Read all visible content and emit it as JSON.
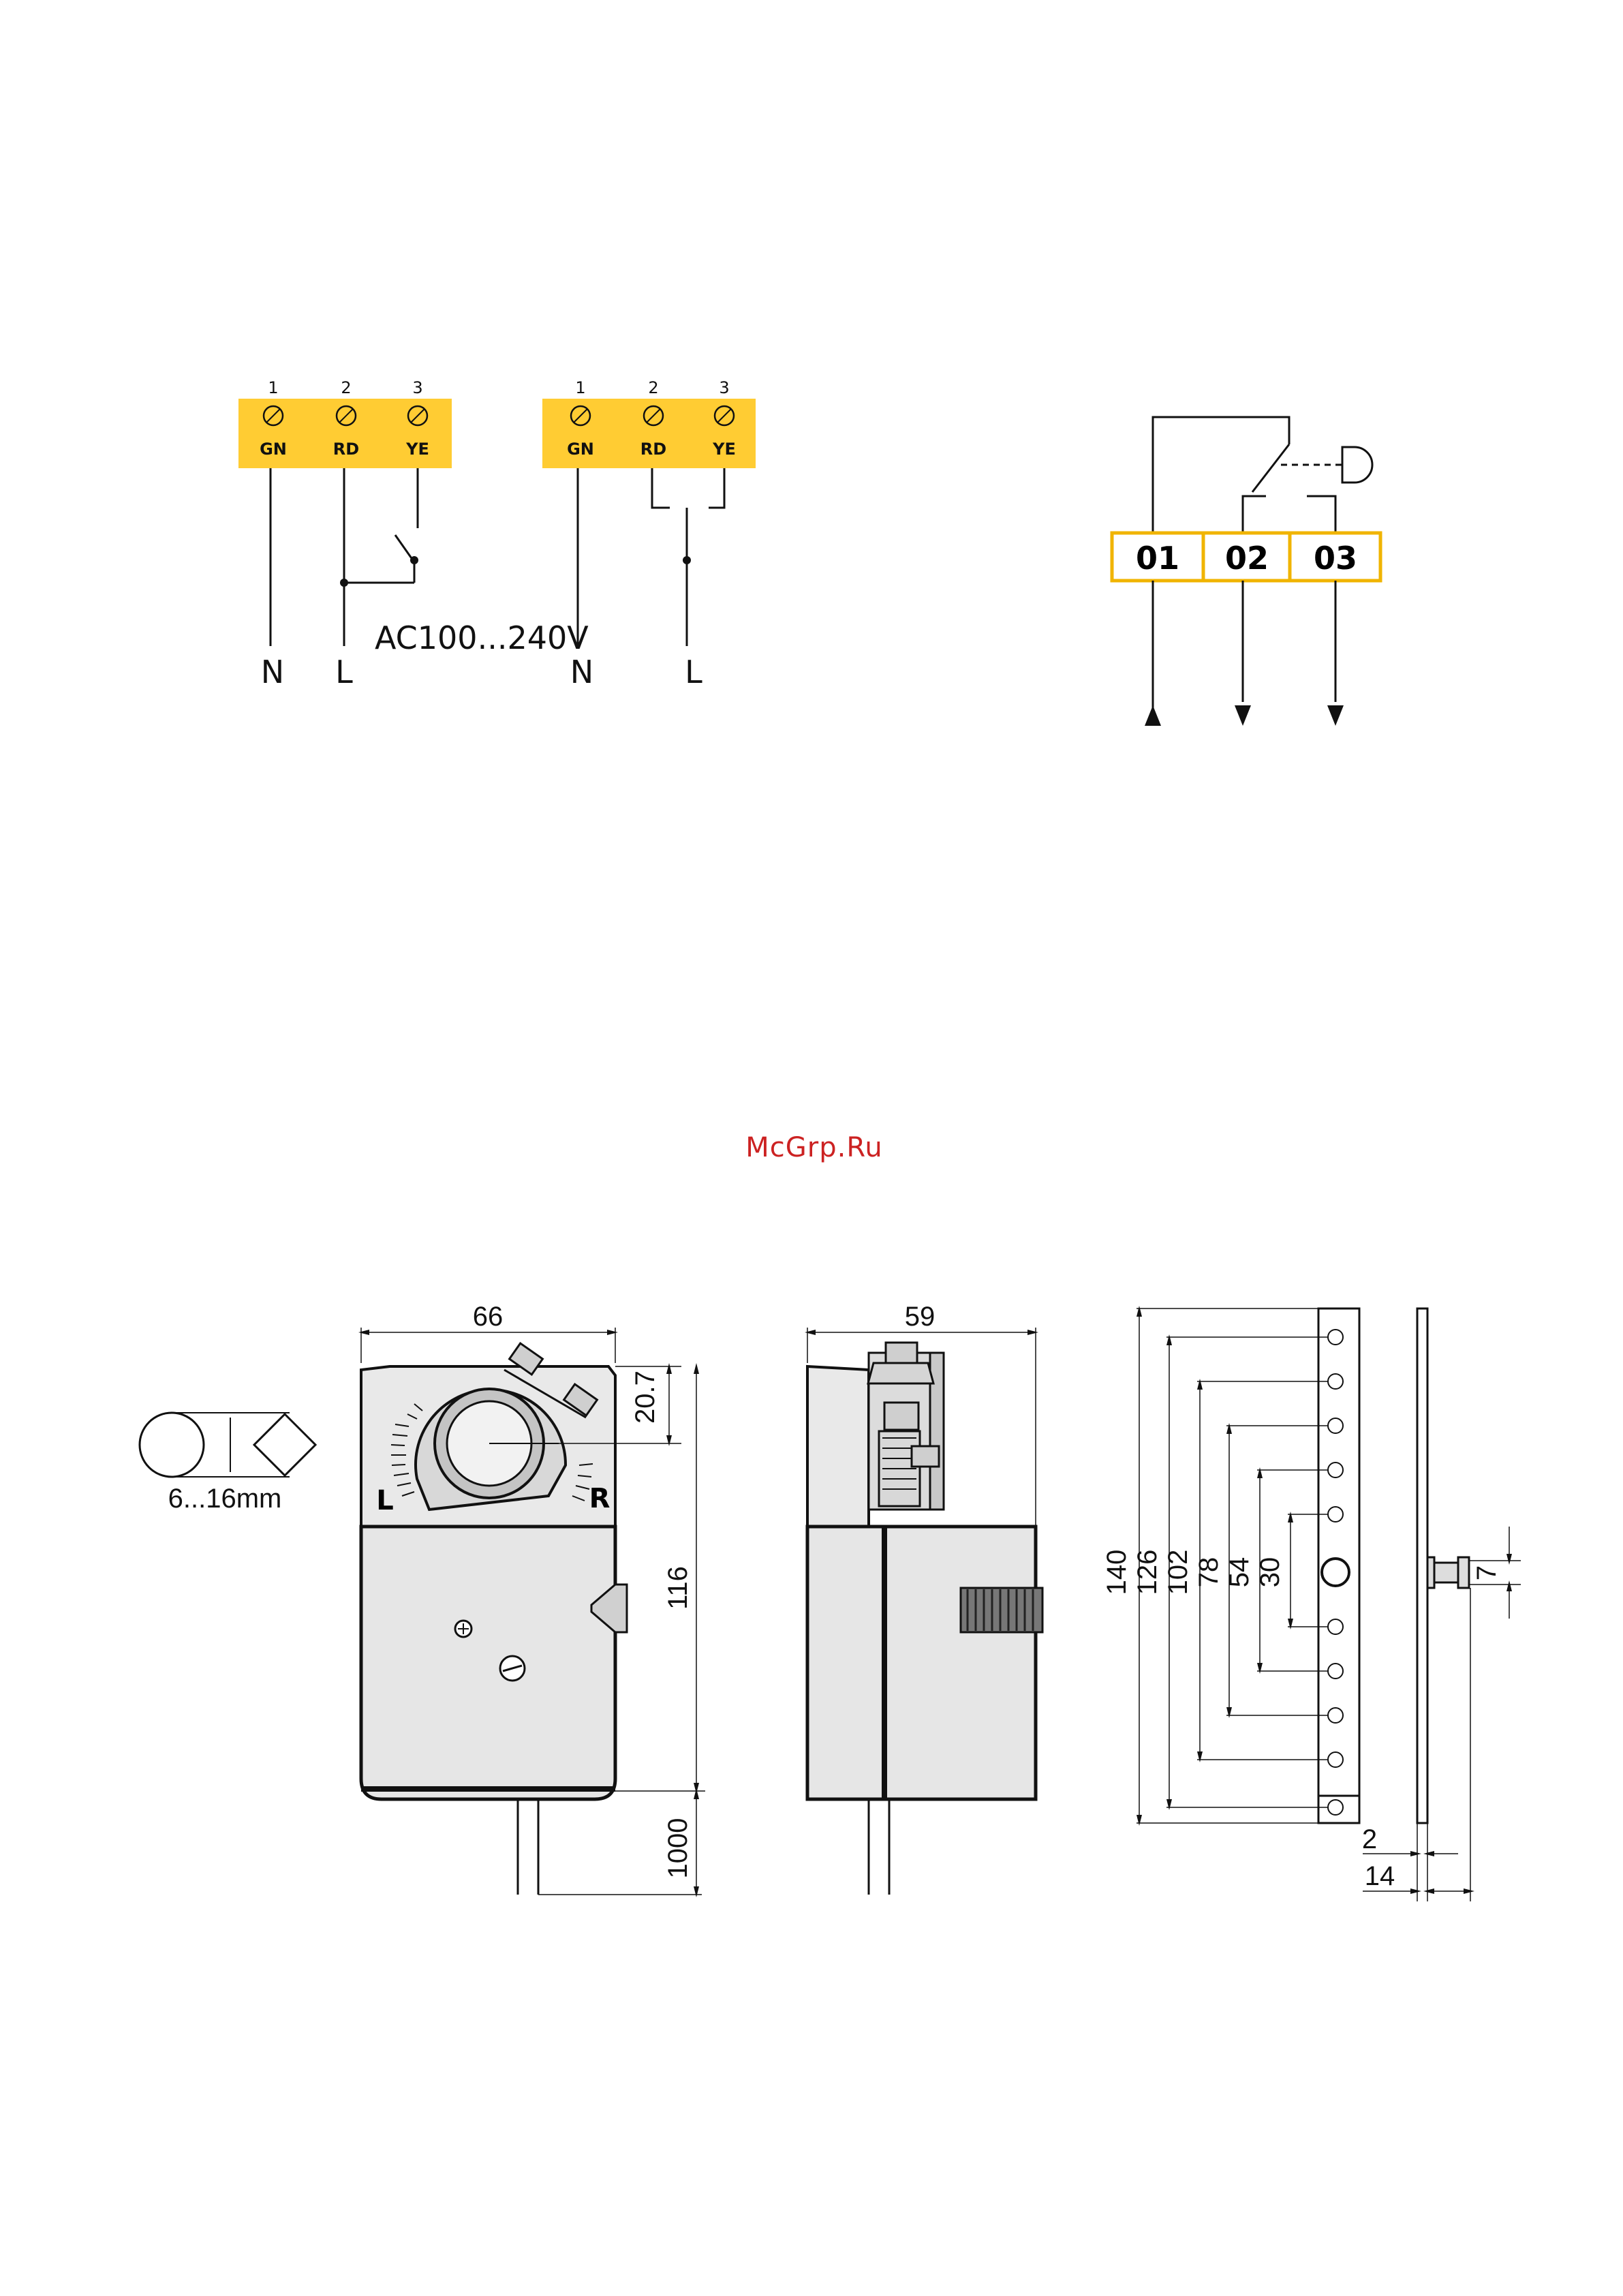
{
  "wiring": {
    "block_a": {
      "numbers": [
        "1",
        "2",
        "3"
      ],
      "codes": [
        "GN",
        "RD",
        "YE"
      ]
    },
    "block_b": {
      "numbers": [
        "1",
        "2",
        "3"
      ],
      "codes": [
        "GN",
        "RD",
        "YE"
      ]
    },
    "supply_label": "AC100...240V",
    "labels": [
      "N",
      "L",
      "N",
      "L"
    ],
    "terminal_color": "#FFCC33"
  },
  "aux_switch": {
    "terminals": [
      "01",
      "02",
      "03"
    ],
    "border_color": "#F0B400"
  },
  "watermark": "McGrp.Ru",
  "shaft": {
    "label": "6...16mm"
  },
  "front_view": {
    "width": "66",
    "offset": "20.7",
    "height": "116",
    "cable": "1000",
    "left": "L",
    "right": "R"
  },
  "side_view": {
    "depth": "59"
  },
  "bracket": {
    "dims": [
      "140",
      "126",
      "102",
      "78",
      "54",
      "30"
    ],
    "pin": "7",
    "thickness": "2",
    "depth": "14"
  }
}
